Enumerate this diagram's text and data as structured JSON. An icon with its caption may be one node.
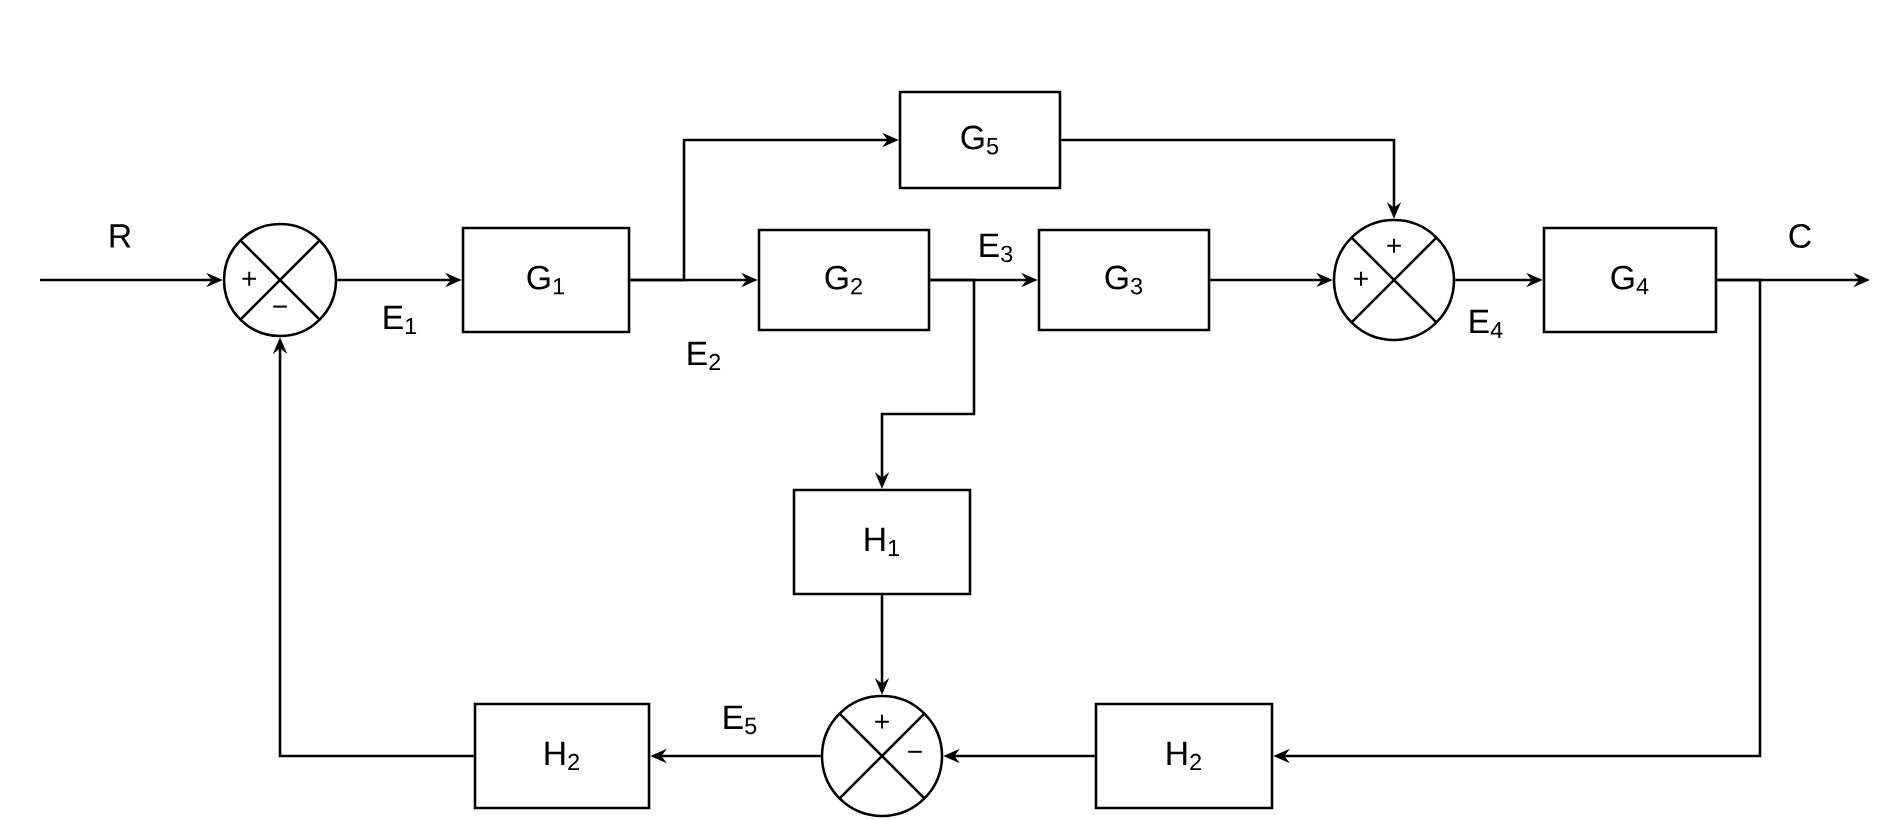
{
  "diagram": {
    "nodes": [
      {
        "text": [
          "+",
          "−"
        ]
      },
      {
        "text": [
          "G$_{1}$"
        ]
      },
      {
        "text": [
          "G$_{5}$"
        ]
      },
      {
        "text": [
          "G$_{2}$"
        ]
      },
      {
        "text": [
          "G$_{3}$"
        ]
      },
      {
        "text": [
          "+",
          "+"
        ]
      },
      {
        "text": [
          "G$_{4}$"
        ]
      },
      {
        "text": [
          "H$_{1}$"
        ]
      },
      {
        "text": [
          "+",
          "−"
        ]
      },
      {
        "text": [
          "H$_{2}$"
        ]
      },
      {
        "text": [
          "H$_{2}$"
        ]
      }
    ],
    "edges": [
      {
        "from": null,
        "to": 0,
        "arrow": "to",
        "label": "R"
      },
      {
        "from": 0,
        "to": 1,
        "arrow": "to",
        "label": "E$_{1}$"
      },
      {
        "from": 1,
        "to": 3,
        "arrow": "to",
        "label": "E$_{2}$"
      },
      {
        "from": 1,
        "to": 2,
        "arrow": "to"
      },
      {
        "from": 2,
        "to": 5,
        "arrow": "to"
      },
      {
        "from": 3,
        "to": 4,
        "arrow": "to",
        "label": "E$_{3}$"
      },
      {
        "from": 3,
        "to": 7,
        "arrow": "to"
      },
      {
        "from": 4,
        "to": 5,
        "arrow": "to"
      },
      {
        "from": 5,
        "to": 6,
        "arrow": "to",
        "label": "E$_{4}$"
      },
      {
        "from": 6,
        "to": null,
        "arrow": "to",
        "label": "C"
      },
      {
        "from": 6,
        "to": 10,
        "arrow": "to"
      },
      {
        "from": 7,
        "to": 8,
        "arrow": "to"
      },
      {
        "from": 10,
        "to": 8,
        "arrow": "to"
      },
      {
        "from": 8,
        "to": 9,
        "arrow": "to",
        "label": "E$_{5}$"
      },
      {
        "from": 9,
        "to": 0,
        "arrow": "to"
      }
    ]
  }
}
